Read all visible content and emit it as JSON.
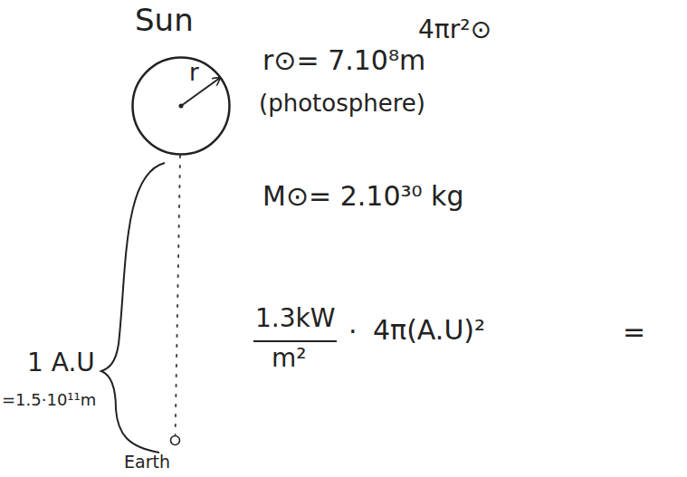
{
  "diagram": {
    "nodes": [
      {
        "text": [
          "Sun",
          "r"
        ]
      },
      {
        "text": [
          "Earth"
        ]
      }
    ],
    "edges": [
      {
        "from": 0,
        "to": 1,
        "arrow": "none"
      }
    ],
    "labels": [
      "4πr²⊙",
      "r⊙= 7.10⁸m",
      "(photosphere)",
      "M⊙= 2.10³⁰ kg",
      "1 A.U",
      "=1.5·10¹¹m",
      "1.3kW",
      "m²",
      "·",
      "4π(A.U)²",
      "="
    ]
  }
}
